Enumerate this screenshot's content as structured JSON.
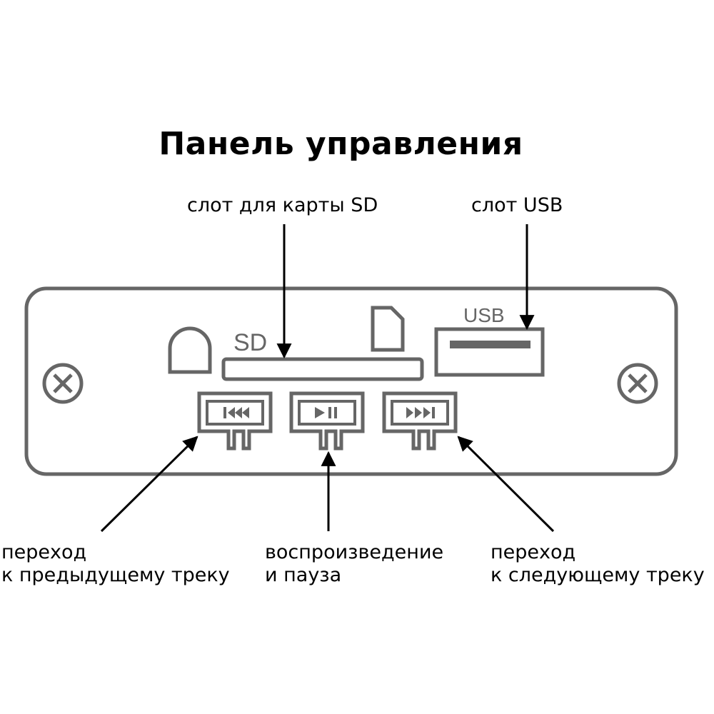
{
  "title": "Панель управления",
  "labels": {
    "sd_slot": "слот для карты SD",
    "usb_slot": "слот USB",
    "prev_line1": "переход",
    "prev_line2": "к предыдущему треку",
    "play_line1": "воспроизведение",
    "play_line2": "и пауза",
    "next_line1": "переход",
    "next_line2": "к следующему треку"
  },
  "panel": {
    "sd_marking": "SD",
    "usb_marking": "USB"
  },
  "icons": {
    "prev": "previous-track-icon",
    "play": "play-pause-icon",
    "next": "next-track-icon",
    "screws": "screw-icon",
    "card": "sd-card-icon"
  },
  "colors": {
    "panel_stroke": "#666666",
    "arrow": "#000000",
    "background": "#ffffff"
  }
}
